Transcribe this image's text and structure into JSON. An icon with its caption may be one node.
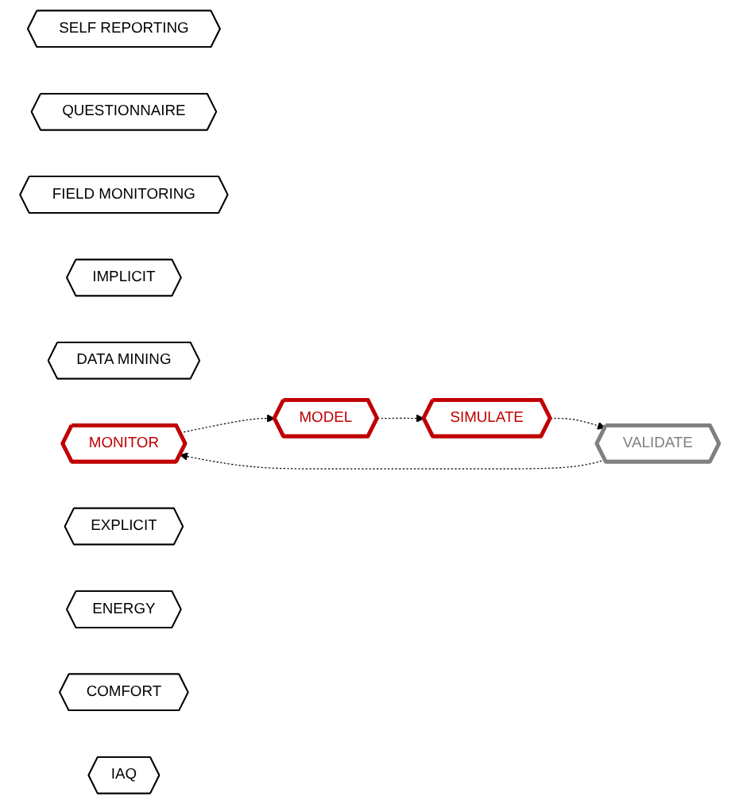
{
  "diagram": {
    "nodes": [
      {
        "text": [
          "SELF REPORTING"
        ]
      },
      {
        "text": [
          "QUESTIONNAIRE"
        ]
      },
      {
        "text": [
          "FIELD MONITORING"
        ]
      },
      {
        "text": [
          "IMPLICIT"
        ]
      },
      {
        "text": [
          "DATA MINING"
        ]
      },
      {
        "text": [
          "MONITOR"
        ]
      },
      {
        "text": [
          "MODEL"
        ]
      },
      {
        "text": [
          "VALIDATE"
        ]
      },
      {
        "text": [
          "EXPLICIT"
        ]
      },
      {
        "text": [
          "SIMULATE"
        ]
      },
      {
        "text": [
          "ENERGY"
        ]
      },
      {
        "text": [
          "COMFORT"
        ]
      },
      {
        "text": [
          "IAQ"
        ]
      }
    ],
    "edges": [
      {
        "from": 5,
        "to": 6,
        "arrow": "to",
        "style": "dashed"
      },
      {
        "from": 6,
        "to": 9,
        "arrow": "to",
        "style": "dashed"
      },
      {
        "from": 9,
        "to": 7,
        "arrow": "to",
        "style": "dashed"
      },
      {
        "from": 7,
        "to": 5,
        "arrow": "to",
        "style": "dashed"
      }
    ]
  }
}
